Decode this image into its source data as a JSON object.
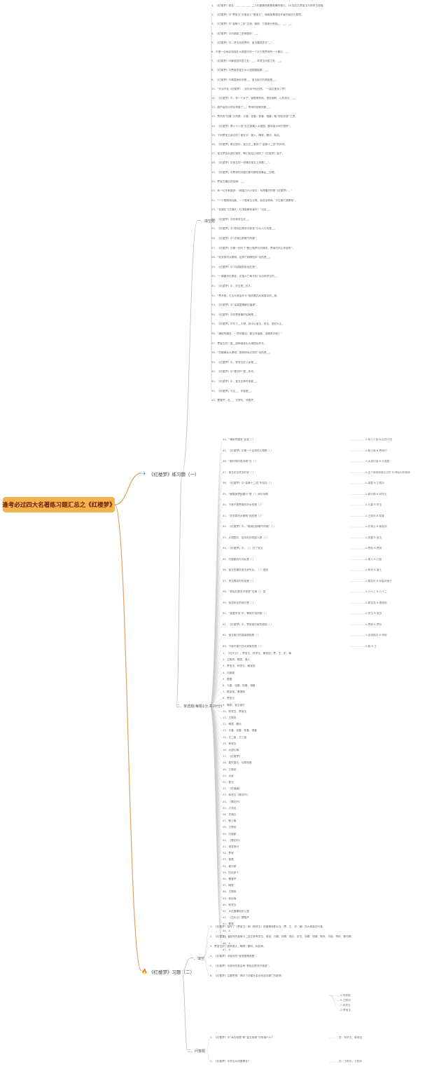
{
  "root": {
    "title": "逢考必过四大名著练习题汇总之《红楼梦》"
  },
  "branches": [
    {
      "label": "《红楼梦》练习题（一）",
      "icon": "paper-plane-icon"
    },
    {
      "label": "《红楼梦》习题（二）",
      "icon": "fire-icon"
    }
  ],
  "b1_subs": [
    "一、填空题",
    "二、单选题(每题1分,共20分)"
  ],
  "b2_subs": [
    "一、填空",
    "二、问答题"
  ],
  "fill_items": [
    "1、《红楼梦》原名：__、__、__，二人的爱情悲剧是故事的核心。18 回左右贾宝玉与林黛玉成婚。",
    "2、《红楼梦》中“贾宝玉”字面含义“假宝玉”，隐喻故事源自作者的经历与感悟。",
    "3、《红楼梦》中“金陵十二钗”正册、副册、又副册分别指__、__、__。",
    "4、《红楼梦》中刘姥姥三进荣国府：__。",
    "5、《红楼梦》中，黛玉初进贾府，宝玉赠其表字“__”。",
    "6、不是一自地名相连在大观园中的一个字只是贾府的一个景区：__。",
    "7、《红楼梦》中薛宝钗所居之处：__，林黛玉所居之处：__。",
    "8、《红楼梦》中贾政命宝玉为大观园题匾额：__。",
    "9、《红楼梦》中晴雯病补的是__，宝玉挨打的原因是__。",
    "10、“开谈不说《红楼梦》，读尽诗书也枉然。”一曲红楼多少梦？",
    "11、《红楼梦》中，有一个女子，她聪明伶俐，语言幽默，心机深沉：__。",
    "12、葫芦庙的沙弥后来做了__，贾雨村因他判断__。",
    "13、贾府的“四春”分别是：元春、迎春、探春、惜春，取“原应叹息”之意。",
    "14、《红楼梦》第六十八回“苦尤娘赚入大观园，酸凤姐大闹宁国府”。",
    "15、下列贾宝玉身边的丫鬟名字：袭人、晴雯、麝月、秋纹。",
    "16、《红楼梦》第五回中，宝玉在__看到了“金陵十二钗”的判词。",
    "17、宝玉梦游太虚幻境时，警幻仙姑让他听了《红楼梦》曲子。",
    "18、《红楼梦》中宝玉的一块通灵宝玉上刻着“__”。",
    "19、《红楼梦》中贾母的孙媳妇秦可卿的丧事由__协理。",
    "20、贾宝玉最后的结局：__。",
    "21、有一位作家曾说：“我国古代小说中，写得最好的是《红楼梦》。”",
    "22、“一个是阆苑仙葩，一个是美玉无瑕。若说没奇缘，今生偏又遇着他”。",
    "23、“花谢花飞花满天，红消香断有谁怜？”出自__。",
    "24、《红楼梦》中的林黛玉作__。",
    "25、《红楼梦》中“寿怡红群芳开夜宴”中众人行的是__。",
    "26、《红楼梦》中“史湘云醉眠芍药裀”。",
    "27、《红楼梦》中第一回写了“甄士隐梦幻识通灵，贾雨村风尘怀闺秀”。",
    "28、“机关算尽太聪明，反算了卿卿性命”说的是__。",
    "29、《红楼梦》中“刘姥姥醉卧怡红院”。",
    "30、“一朝春尽红颜老，花落人亡两不知”出自林黛玉的__。",
    "31、《红楼梦》中，妙玉是__的人。",
    "32、“贾不假，白玉为堂金作马”指的是四大家族中的__家。",
    "33、《红楼梦》中“呆香菱情解石榴裙”。",
    "34、《红楼梦》中的贾府最终结局是__。",
    "35、《红楼梦》中写了__人物，其中以宝玉、黛玉、宝钗为主。",
    "36、“满纸荒唐言，一把辛酸泪。都云作者痴，谁解其中味？”",
    "37、贾宝玉的丫鬟__因病被逐出大观园后死去。",
    "38、“忽喇喇似大厦倾，昏惨惨似灯将尽”说的是__。",
    "39、《红楼梦》中，林黛玉的父亲是__。",
    "40、《红楼梦》中“葬花吟”是__所作。",
    "41、《红楼梦》中，宝玉出家时身披__。",
    "42、《红楼梦》又名__，作者是__。",
    "43、曹雪芹，名__，字梦阮，号雪芹。"
  ],
  "mc_items": [
    {
      "q": "44、“满纸荒唐言”出自（ ）",
      "o": "A.前八十回  B.后四十回"
    },
    {
      "q": "45、《红楼梦》中第一个出场的人物是（ ）",
      "o": "A.甄士隐  B.贾雨村"
    },
    {
      "q": "46、“假作真时真亦假”在（ ）",
      "o": "A.太虚幻境  B.大观园"
    },
    {
      "q": "47、宝玉初见黛玉时说（ ）",
      "o": "A.这个妹妹我曾见过的  B.神仙似的妹妹"
    },
    {
      "q": "48、《红楼梦》中“金陵十二钗”不包括（ ）",
      "o": "A.香菱  B.王熙凤"
    },
    {
      "q": "49、“嫩寒锁梦因春冷”是（ ）房中对联",
      "o": "A.秦可卿  B.林黛玉"
    },
    {
      "q": "50、下面不是贾母的孙女的是（ ）",
      "o": "A.元春  B.黛玉"
    },
    {
      "q": "51、“机关算尽太聪明”指的是（ ）",
      "o": "A.王熙凤  B.探春"
    },
    {
      "q": "52、《红楼梦》中，“憨湘云醉眠芍药裀”（ ）",
      "o": "A.史湘云  B.薛宝钗"
    },
    {
      "q": "53、大观园中，结诗社的发起人是（ ）",
      "o": "A.探春  B.宝玉"
    },
    {
      "q": "54、《红楼梦》中，（ ）打了宝玉",
      "o": "A.贾政  B.贾赦"
    },
    {
      "q": "55、刘姥姥的外孙女是（ ）",
      "o": "A.青儿  B.巧姐"
    },
    {
      "q": "56、宝玉的通灵宝玉丢失后，（ ）送回",
      "o": "A.和尚  B.道士"
    },
    {
      "q": "57、黛玉葬花时的诗是（ ）",
      "o": "A.葬花吟  B.秋窗风雨夕"
    },
    {
      "q": "58、“寿怡红群芳开夜宴”在第（ ）回",
      "o": "A.六十三  B.六十二"
    },
    {
      "q": "59、宝钗所住的地方是（ ）",
      "o": "A.蘅芜苑  B.潇湘馆"
    },
    {
      "q": "60、“香菱学诗”中，教她作诗的是（ ）",
      "o": "A.黛玉  B.宝钗"
    },
    {
      "q": "61、《红楼梦》中，贾府被抄家的原因（ ）",
      "o": "A.贾赦  B.贾珍"
    },
    {
      "q": "62、宝玉挨打的直接原因是（ ）",
      "o": "A.金钏跳井  B.琪官"
    },
    {
      "q": "63、下面不属于四大家族的是（ ）",
      "o": "A.甄  B.王"
    }
  ],
  "answers": [
    "1、《石头记》；贾宝玉、林黛玉、薛宝钗；贾、王、史、薛",
    "2、王熙凤、晴雯、袭人",
    "3、贾宝玉、林黛玉、薛宝钗",
    "4、刘姥姥",
    "5、颦颦",
    "6、元春、迎春、探春、惜春",
    "7、蘅芜苑、潇湘馆",
    "8、贾宝玉",
    "9、晴雯、宝玉被打",
    "10、林黛玉、贾宝玉",
    "11、王熙凤",
    "12、晴雯、麝月",
    "13、元春、迎春、探春、惜春",
    "14、尤二姐、尤三姐",
    "15、林黛玉",
    "16、太虚幻境",
    "17、《红楼梦》",
    "18、莫失莫忘，仙寿恒昌",
    "19、王熙凤",
    "20、出家",
    "21、鲁迅",
    "22、《枉凝眉》",
    "23、林黛玉《葬花吟》",
    "24、《葬花吟》",
    "25、占花名",
    "26、史湘云",
    "27、甄士隐",
    "28、王熙凤",
    "29、刘姥姥",
    "30、《葬花吟》",
    "31、带发修行",
    "32、贾家",
    "33、香菱",
    "34、被抄家",
    "35、四百多个",
    "36、曹雪芹",
    "37、晴雯",
    "38、王熙凤",
    "39、林如海",
    "40、林黛玉",
    "41、大红猩猩毡的斗篷",
    "42、《石头记》曹雪芹",
    "43、曹霑",
    "44、A",
    "45、A",
    "46、A",
    "47、A"
  ],
  "b2_fill": [
    "1、《红楼梦》描写了（贾宝玉）和（林黛玉）的爱情悲剧以及（贾、王、史、薛）四大家族的兴衰。",
    "2、《红楼梦》中描写的金陵十二钗正册有黛玉、宝钗、元春、探春、湘云、妙玉、迎春、惜春、熙凤、巧姐、李纨、秦可卿。",
    "3、贾宝玉的丫鬟有袭人、晴雯、麝月、秋纹等。",
    "4、《红楼梦》中描写的“宝黛爱情悲剧”。",
    "5、《红楼梦》中描写的宴会有“寿怡红群芳开夜宴”。",
    "6、《红楼梦》主题思想：揭示了封建社会必然走向衰亡的趋势。"
  ],
  "b2_fill_opts": [
    "A.刘姥姥",
    "B.王熙凤",
    "C.林黛玉",
    "D.贾宝玉"
  ],
  "b2_qa": [
    {
      "q": "1、《红楼梦》中“木石前盟”和“金玉良缘”分别指什么？",
      "a": "答：林黛玉；薛宝钗"
    },
    {
      "q": "2、《红楼梦》中黛玉为何要葬花？",
      "a": "答：王熙凤；王熙凤"
    }
  ]
}
